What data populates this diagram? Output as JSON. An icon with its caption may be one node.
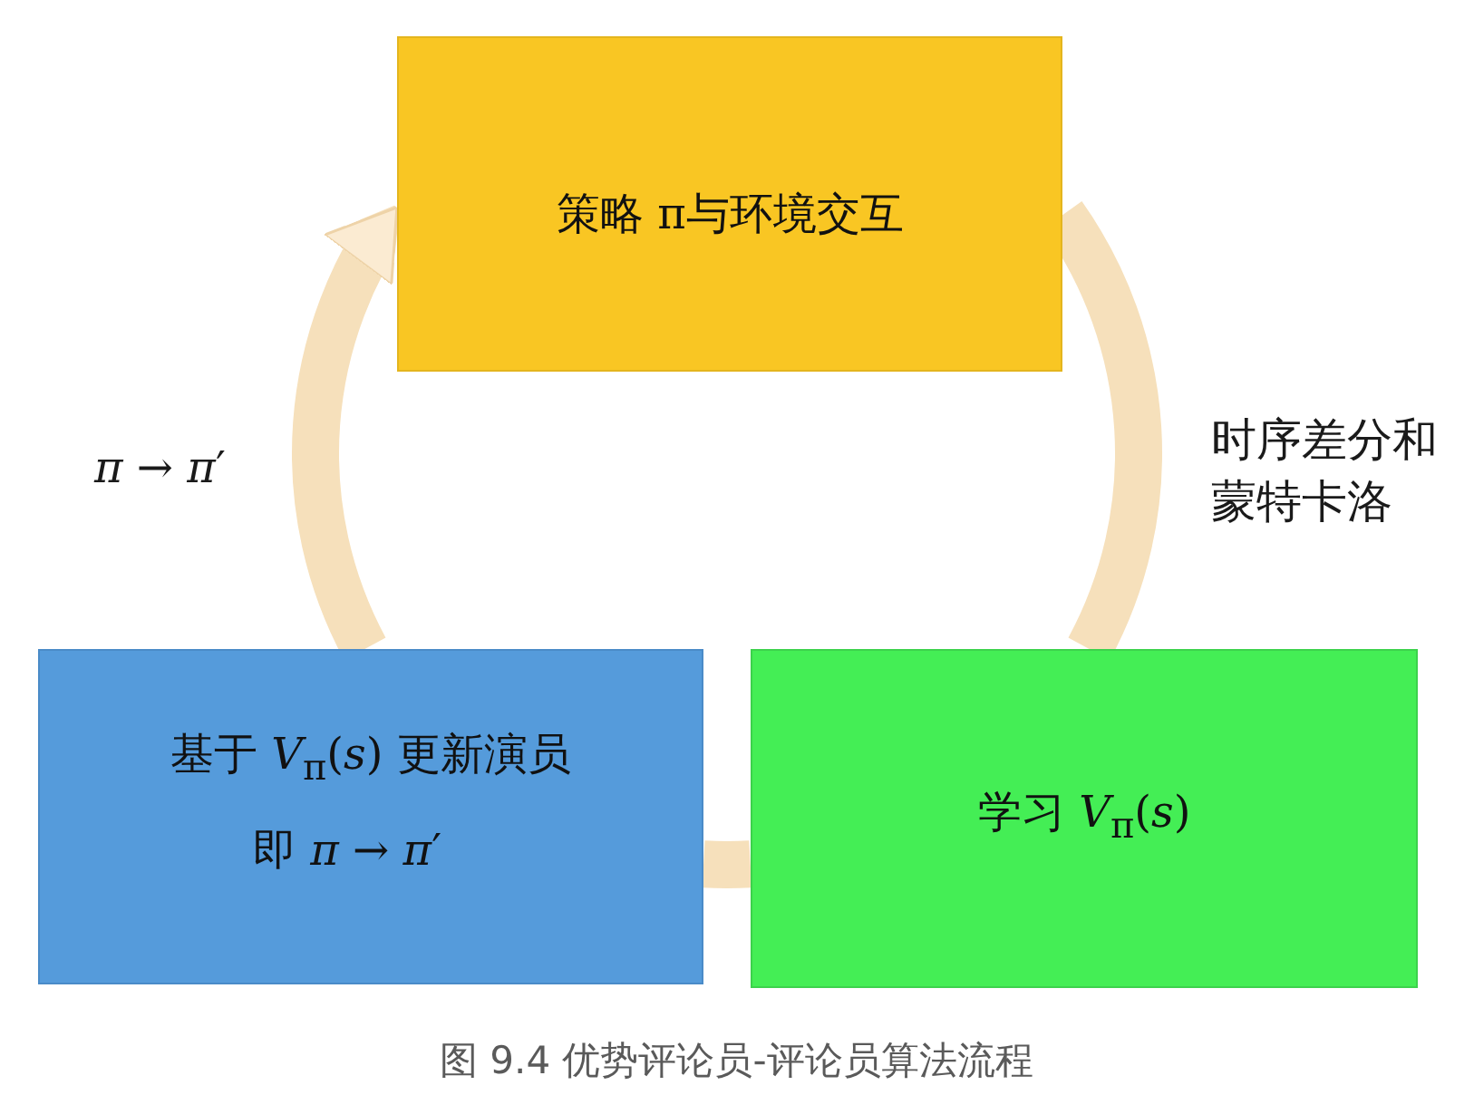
{
  "diagram": {
    "caption": "图 9.4 优势评论员-评论员算法流程",
    "nodes": [
      {
        "text": [
          "策略 π与环境交互"
        ]
      },
      {
        "text": [
          "基于 *V*$_{π}$(*s*) 更新演员",
          "即 *π* → *π*′"
        ]
      },
      {
        "text": [
          "学习 *V*$_{π}$(*s*)"
        ]
      }
    ],
    "edges": [
      {
        "from": 0,
        "to": 2,
        "arrow": "none",
        "label": "时序差分和蒙特卡洛"
      },
      {
        "from": 2,
        "to": 1,
        "arrow": "none"
      },
      {
        "from": 1,
        "to": 0,
        "arrow": "to",
        "label": "*π* → *π*′"
      }
    ]
  }
}
